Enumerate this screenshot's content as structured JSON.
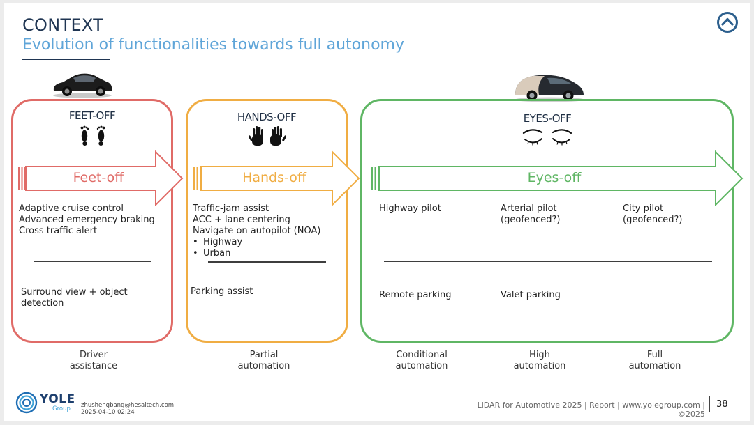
{
  "header": {
    "title": "CONTEXT",
    "subtitle": "Evolution of functionalities towards full autonomy"
  },
  "levels": [
    {
      "heading": "FEET-OFF",
      "icon": "bare-feet-icon",
      "arrow_label": "Feet-off",
      "color": "#e06b67",
      "features_top": [
        "Adaptive cruise control",
        "Advanced emergency braking",
        "Cross traffic alert"
      ],
      "features_bottom": [
        "Surround view + object",
        "detection"
      ]
    },
    {
      "heading": "HANDS-OFF",
      "icon": "raised-hands-icon",
      "arrow_label": "Hands-off",
      "color": "#f0ad43",
      "features_top": [
        "Traffic-jam assist",
        "ACC + lane centering",
        "Navigate on autopilot (NOA)"
      ],
      "features_top_bullets": [
        "Highway",
        "Urban"
      ],
      "features_bottom": [
        "Parking assist"
      ]
    },
    {
      "heading": "EYES-OFF",
      "icon": "closed-eyes-icon",
      "arrow_label": "Eyes-off",
      "color": "#5fb664",
      "columns_top": [
        [
          "Highway pilot"
        ],
        [
          "Arterial pilot",
          "(geofenced?)"
        ],
        [
          "City pilot",
          "(geofenced?)"
        ]
      ],
      "columns_bottom": [
        "Remote parking",
        "Valet parking"
      ]
    }
  ],
  "categories": [
    [
      "Driver",
      "assistance"
    ],
    [
      "Partial",
      "automation"
    ],
    [
      "Conditional",
      "automation"
    ],
    [
      "High",
      "automation"
    ],
    [
      "Full",
      "automation"
    ]
  ],
  "footer": {
    "logo_text": "YOLE",
    "logo_sub": "Group",
    "email": "zhushengbang@hesaitech.com",
    "timestamp": "2025-04-10 02:24",
    "report": "LiDAR for Automotive 2025 | Report | www.yolegroup.com | ©2025",
    "page": "38"
  },
  "icons": {
    "top_right": "chevron-up-circle-icon",
    "car_left": "sports-car-icon",
    "car_right": "autonomous-concept-car-icon",
    "logo": "yole-logo-icon"
  }
}
